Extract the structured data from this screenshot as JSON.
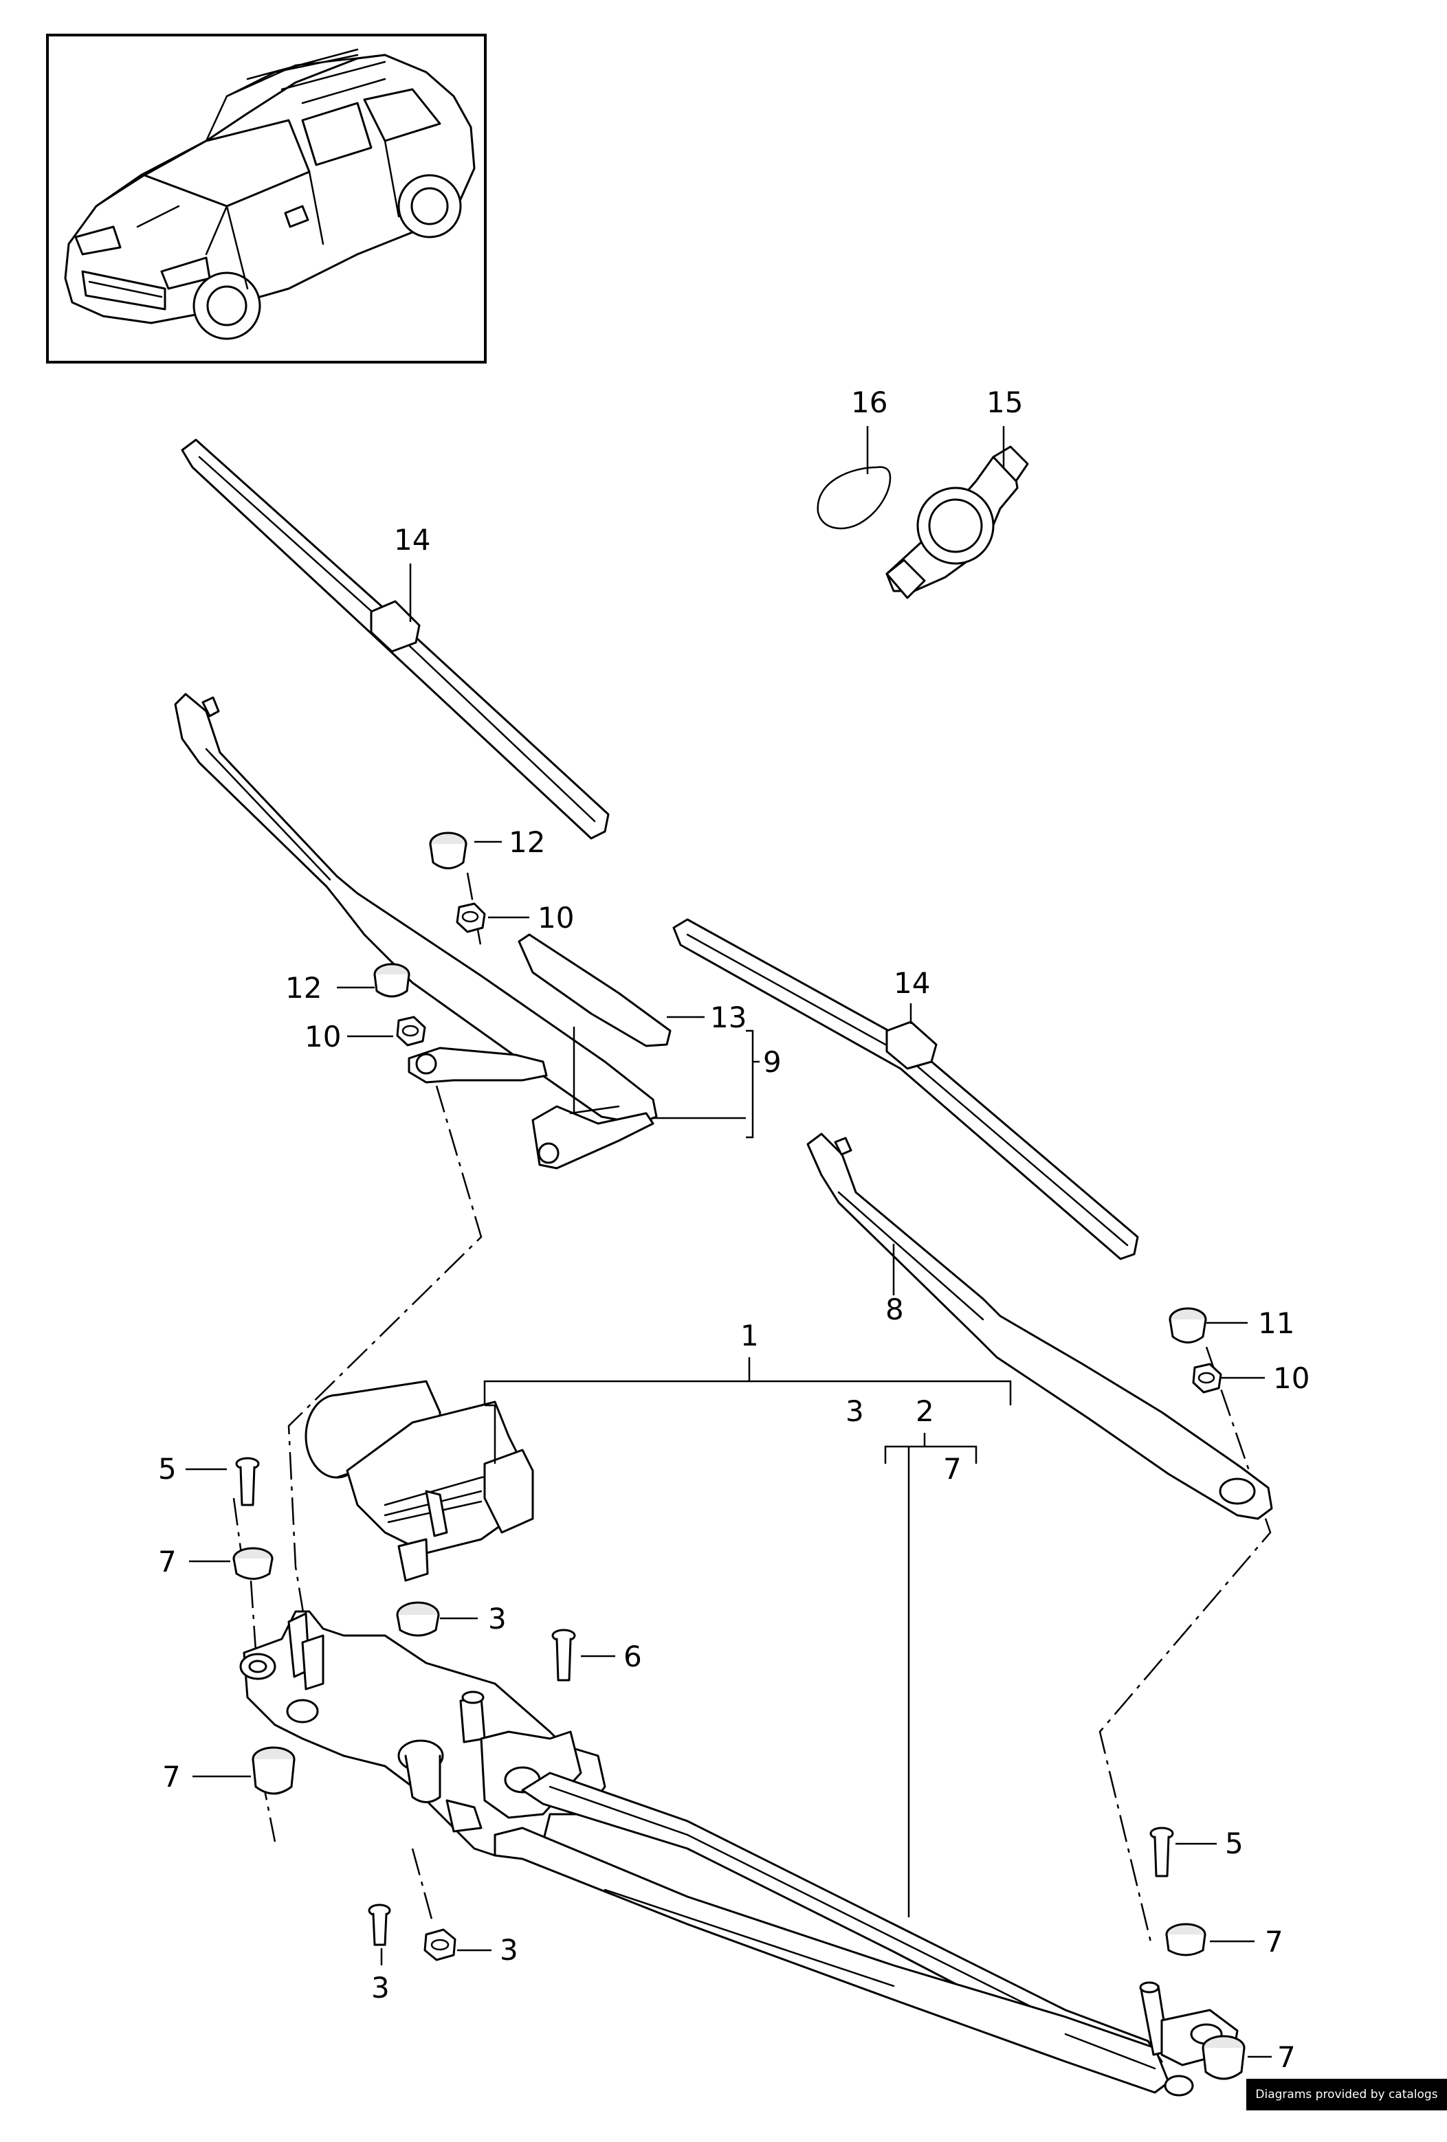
{
  "credit_text": "Diagrams provided by catalogs parts",
  "callouts": {
    "c16": "16",
    "c15": "15",
    "c14a": "14",
    "c14b": "14",
    "c12a": "12",
    "c12b": "12",
    "c10a": "10",
    "c10b": "10",
    "c10c": "10",
    "c13": "13",
    "c9": "9",
    "c8": "8",
    "c11": "11",
    "c1": "1",
    "c2": "2",
    "c3a": "3",
    "c3b": "3",
    "c3c": "3",
    "c3d": "3",
    "c5a": "5",
    "c5b": "5",
    "c6": "6",
    "c7a": "7",
    "c7b": "7",
    "c7c": "7",
    "c7d": "7",
    "c7e": "7"
  }
}
